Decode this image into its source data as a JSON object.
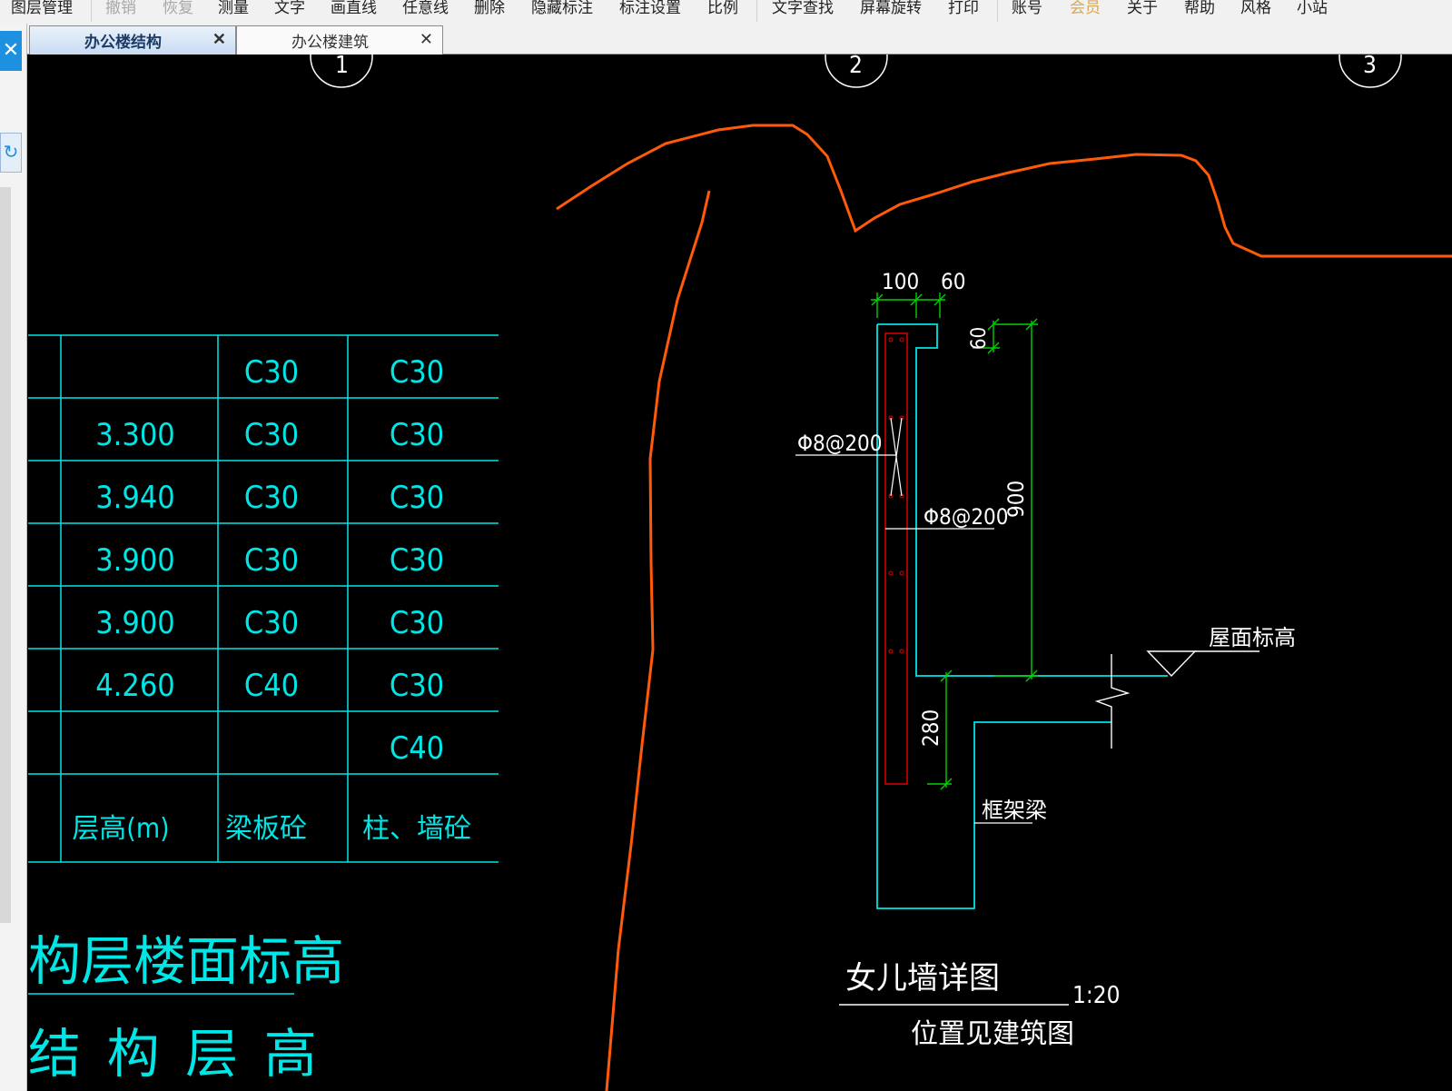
{
  "menu": {
    "items": [
      "图层管理",
      "撤销",
      "恢复",
      "测量",
      "文字",
      "画直线",
      "任意线",
      "删除",
      "隐藏标注",
      "标注设置",
      "比例",
      "文字查找",
      "屏幕旋转",
      "打印",
      "账号",
      "会员",
      "关于",
      "帮助",
      "风格",
      "小站"
    ]
  },
  "tabs": [
    {
      "label": "办公楼结构",
      "active": true
    },
    {
      "label": "办公楼建筑",
      "active": false
    }
  ],
  "left_panel": {
    "close_glyph": "✕",
    "button_glyph": "↻"
  },
  "drawing": {
    "axis_markers": [
      "1",
      "2",
      "3"
    ],
    "floor_table": {
      "rows": [
        {
          "height": "",
          "beam_slab": "C30",
          "column_wall": "C30"
        },
        {
          "height": "3.300",
          "beam_slab": "C30",
          "column_wall": "C30"
        },
        {
          "height": "3.940",
          "beam_slab": "C30",
          "column_wall": "C30"
        },
        {
          "height": "3.900",
          "beam_slab": "C30",
          "column_wall": "C30"
        },
        {
          "height": "3.900",
          "beam_slab": "C30",
          "column_wall": "C30"
        },
        {
          "height": "4.260",
          "beam_slab": "C40",
          "column_wall": "C30"
        },
        {
          "height": "",
          "beam_slab": "",
          "column_wall": "C40"
        }
      ],
      "headers": {
        "height": "层高(m)",
        "beam_slab": "梁板砼",
        "column_wall": "柱、墙砼"
      }
    },
    "table_title": "构层楼面标高",
    "table_subtitle": "结 构 层 高",
    "detail": {
      "dim_top_1": "100",
      "dim_top_2": "60",
      "dim_right_small": "60",
      "dim_right_height": "900",
      "dim_lower": "280",
      "rebar_1": "Φ8@200",
      "rebar_2": "Φ8@200",
      "roof_label": "屋面标高",
      "beam_label": "框架梁",
      "title": "女儿墙详图",
      "scale": "1:20",
      "note": "位置见建筑图"
    },
    "colors": {
      "cyan": "#00e5e5",
      "orange": "#ff5a0a",
      "red": "#e00000",
      "green": "#00d000",
      "white": "#ffffff"
    }
  }
}
